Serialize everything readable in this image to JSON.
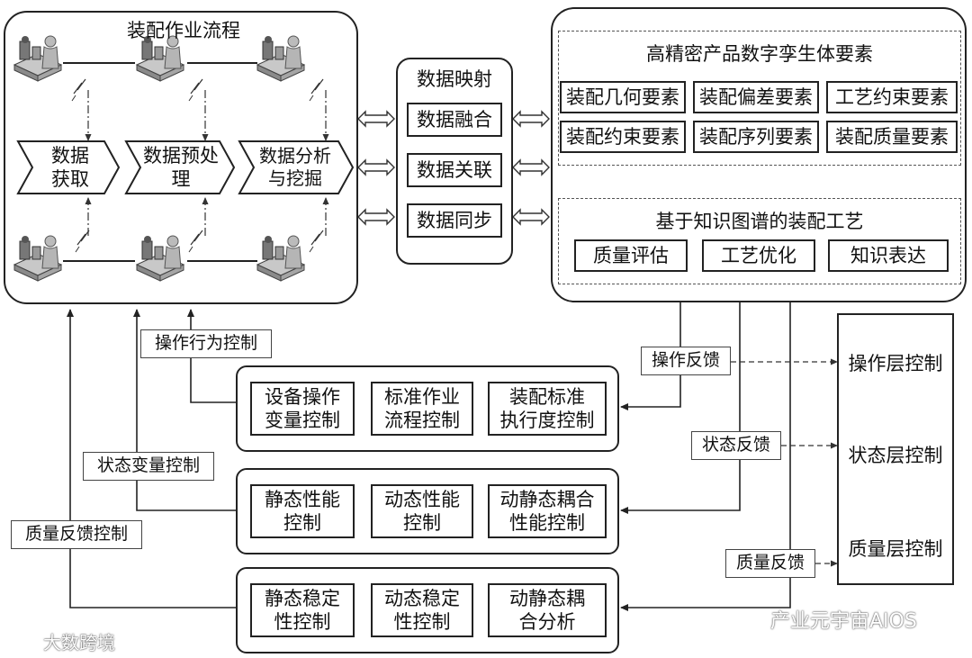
{
  "assembly": {
    "title": "装配作业流程",
    "stages": [
      "数据获取",
      "数据预处理",
      "数据分析与挖掘"
    ]
  },
  "mapping": {
    "title": "数据映射",
    "items": [
      "数据融合",
      "数据关联",
      "数据同步"
    ]
  },
  "twin": {
    "title": "高精密产品数字孪生体要素",
    "elements": [
      "装配几何要素",
      "装配偏差要素",
      "工艺约束要素",
      "装配约束要素",
      "装配序列要素",
      "装配质量要素"
    ]
  },
  "knowledge": {
    "title": "基于知识图谱的装配工艺",
    "items": [
      "质量评估",
      "工艺优化",
      "知识表达"
    ]
  },
  "control_labels": {
    "operation_behavior": "操作行为控制",
    "state_variable": "状态变量控制",
    "quality_feedback": "质量反馈控制"
  },
  "control_groups": [
    [
      "设备操作\n变量控制",
      "标准作业\n流程控制",
      "装配标准\n执行度控制"
    ],
    [
      "静态性能\n控制",
      "动态性能\n控制",
      "动静态耦合\n性能控制"
    ],
    [
      "静态稳定\n性控制",
      "动态稳定\n性控制",
      "动静态耦\n合分析"
    ]
  ],
  "feedback": {
    "operation": "操作反馈",
    "state": "状态反馈",
    "quality": "质量反馈"
  },
  "layers": [
    "操作层控制",
    "状态层控制",
    "质量层控制"
  ],
  "watermarks": [
    "大数跨境",
    "产业元宇宙AIOS"
  ]
}
